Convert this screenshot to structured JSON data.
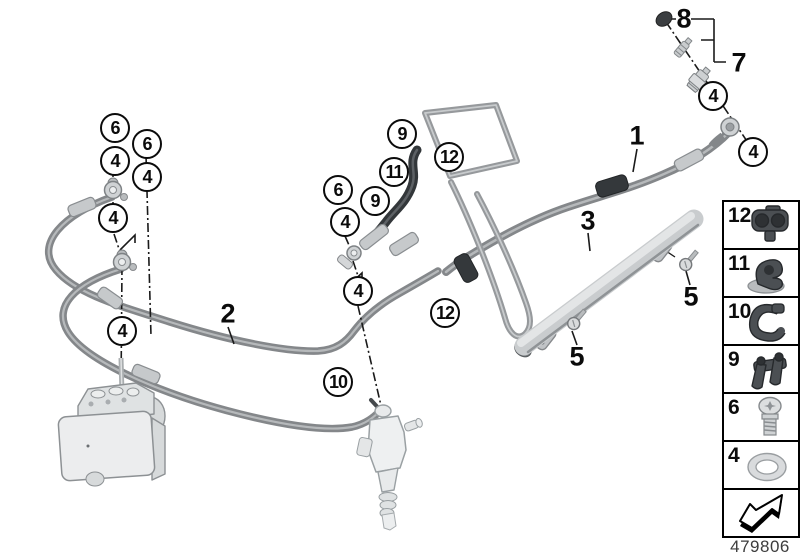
{
  "figure": {
    "code": "479806"
  },
  "callouts": [
    "6",
    "4",
    "6",
    "4",
    "4",
    "4",
    "9",
    "11",
    "12",
    "6",
    "9",
    "4",
    "4",
    "12",
    "10",
    "4",
    "4"
  ],
  "part_labels": [
    "8",
    "7",
    "1",
    "2",
    "3",
    "5",
    "5"
  ],
  "legend": {
    "items": [
      {
        "number": "12",
        "icon": "clip-double-tube-icon"
      },
      {
        "number": "11",
        "icon": "clip-with-base-icon"
      },
      {
        "number": "10",
        "icon": "c-clip-icon"
      },
      {
        "number": "9",
        "icon": "twin-clip-icon"
      },
      {
        "number": "6",
        "icon": "screw-icon"
      },
      {
        "number": "4",
        "icon": "sealing-ring-icon"
      }
    ]
  }
}
